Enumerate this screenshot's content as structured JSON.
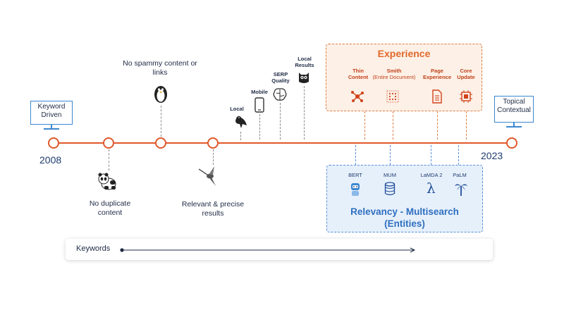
{
  "timeline": {
    "start_year": "2008",
    "end_year": "2023",
    "start_label": "Keyword Driven",
    "end_label": "Topical Contextual"
  },
  "top_events": {
    "penguin": "No spammy content or links",
    "local": "Local",
    "mobile": "Mobile",
    "serp_quality": "SERP Quality",
    "local_results": "Local Results"
  },
  "bottom_events": {
    "panda": "No duplicate content",
    "hummingbird": "Relevant & precise results"
  },
  "experience": {
    "title": "Experience",
    "items": [
      {
        "title": "Thin Content",
        "subtitle": ""
      },
      {
        "title": "Smith",
        "subtitle": "(Entire Document)"
      },
      {
        "title": "Page Experience",
        "subtitle": ""
      },
      {
        "title": "Core Update",
        "subtitle": ""
      }
    ]
  },
  "relevancy": {
    "title": "Relevancy - Multisearch (Entities)",
    "items": [
      "BERT",
      "MUM",
      "LaMDA 2",
      "PaLM"
    ]
  },
  "keywords_bar": {
    "label": "Keywords"
  },
  "colors": {
    "timeline": "#e0582a",
    "experience_accent": "#e07a3f",
    "relevancy_accent": "#3b87d0",
    "text": "#1f2a44"
  }
}
